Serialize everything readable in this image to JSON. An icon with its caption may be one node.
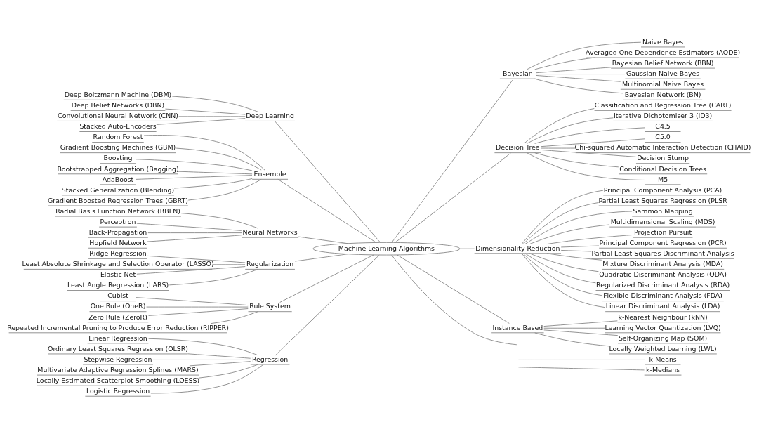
{
  "diagram": {
    "nodes": [
      {
        "text": [
          "Machine Learning Algorithms"
        ]
      },
      {
        "text": [
          "Deep Learning"
        ]
      },
      {
        "text": [
          "Deep Boltzmann Machine (DBM)"
        ]
      },
      {
        "text": [
          "Deep Belief Networks (DBN)"
        ]
      },
      {
        "text": [
          "Convolutional Neural Network (CNN)"
        ]
      },
      {
        "text": [
          "Stacked Auto-Encoders"
        ]
      },
      {
        "text": [
          "Ensemble"
        ]
      },
      {
        "text": [
          "Random Forest"
        ]
      },
      {
        "text": [
          "Gradient Boosting Machines (GBM)"
        ]
      },
      {
        "text": [
          "Boosting"
        ]
      },
      {
        "text": [
          "Bootstrapped Aggregation (Bagging)"
        ]
      },
      {
        "text": [
          "AdaBoost"
        ]
      },
      {
        "text": [
          "Stacked Generalization (Blending)"
        ]
      },
      {
        "text": [
          "Gradient Boosted Regression Trees (GBRT)"
        ]
      },
      {
        "text": [
          "Neural Networks"
        ]
      },
      {
        "text": [
          "Radial Basis Function Network (RBFN)"
        ]
      },
      {
        "text": [
          "Perceptron"
        ]
      },
      {
        "text": [
          "Back-Propagation"
        ]
      },
      {
        "text": [
          "Hopfield Network"
        ]
      },
      {
        "text": [
          "Regularization"
        ]
      },
      {
        "text": [
          "Ridge Regression"
        ]
      },
      {
        "text": [
          "Least Absolute Shrinkage and Selection Operator (LASSO)"
        ]
      },
      {
        "text": [
          "Elastic Net"
        ]
      },
      {
        "text": [
          "Least Angle Regression (LARS)"
        ]
      },
      {
        "text": [
          "Rule System"
        ]
      },
      {
        "text": [
          "Cubist"
        ]
      },
      {
        "text": [
          "One Rule (OneR)"
        ]
      },
      {
        "text": [
          "Zero Rule (ZeroR)"
        ]
      },
      {
        "text": [
          "Repeated Incremental Pruning to Produce Error Reduction (RIPPER)"
        ]
      },
      {
        "text": [
          "Regression"
        ]
      },
      {
        "text": [
          "Linear Regression"
        ]
      },
      {
        "text": [
          "Ordinary Least Squares Regression (OLSR)"
        ]
      },
      {
        "text": [
          "Stepwise Regression"
        ]
      },
      {
        "text": [
          "Multivariate Adaptive Regression Splines (MARS)"
        ]
      },
      {
        "text": [
          "Locally Estimated Scatterplot Smoothing (LOESS)"
        ]
      },
      {
        "text": [
          "Logistic Regression"
        ]
      },
      {
        "text": [
          "Bayesian"
        ]
      },
      {
        "text": [
          "Naive Bayes"
        ]
      },
      {
        "text": [
          "Averaged One-Dependence Estimators (AODE)"
        ]
      },
      {
        "text": [
          "Bayesian Belief Network (BBN)"
        ]
      },
      {
        "text": [
          "Gaussian Naive Bayes"
        ]
      },
      {
        "text": [
          "Multinomial Naive Bayes"
        ]
      },
      {
        "text": [
          "Bayesian Network (BN)"
        ]
      },
      {
        "text": [
          "Decision Tree"
        ]
      },
      {
        "text": [
          "Classification and Regression Tree (CART)"
        ]
      },
      {
        "text": [
          "Iterative Dichotomiser 3 (ID3)"
        ]
      },
      {
        "text": [
          "C4.5"
        ]
      },
      {
        "text": [
          "C5.0"
        ]
      },
      {
        "text": [
          "Chi-squared Automatic Interaction Detection (CHAID)"
        ]
      },
      {
        "text": [
          "Decision Stump"
        ]
      },
      {
        "text": [
          "Conditional Decision Trees"
        ]
      },
      {
        "text": [
          "M5"
        ]
      },
      {
        "text": [
          "Dimensionality Reduction"
        ]
      },
      {
        "text": [
          "Principal Component Analysis (PCA)"
        ]
      },
      {
        "text": [
          "Partial Least Squares Regression (PLSR"
        ]
      },
      {
        "text": [
          "Sammon Mapping"
        ]
      },
      {
        "text": [
          "Multidimensional Scaling (MDS)"
        ]
      },
      {
        "text": [
          "Projection Pursuit"
        ]
      },
      {
        "text": [
          "Principal Component Regression (PCR)"
        ]
      },
      {
        "text": [
          "Partial Least Squares Discriminant Analysis"
        ]
      },
      {
        "text": [
          "Mixture Discriminant Analysis (MDA)"
        ]
      },
      {
        "text": [
          "Quadratic Discriminant Analysis (QDA)"
        ]
      },
      {
        "text": [
          "Regularized Discriminant Analysis (RDA)"
        ]
      },
      {
        "text": [
          "Flexible Discriminant Analysis (FDA)"
        ]
      },
      {
        "text": [
          "Linear Discriminant Analysis (LDA)"
        ]
      },
      {
        "text": [
          "Instance Based"
        ]
      },
      {
        "text": [
          "k-Nearest Neighbour (kNN)"
        ]
      },
      {
        "text": [
          "Learning Vector Quantization (LVQ)"
        ]
      },
      {
        "text": [
          "Self-Organizing Map (SOM)"
        ]
      },
      {
        "text": [
          "Locally Weighted Learning (LWL)"
        ]
      },
      {
        "text": [
          "k-Means"
        ]
      },
      {
        "text": [
          "k-Medians"
        ]
      }
    ],
    "edges": [
      {
        "from": 2,
        "to": 1,
        "arrow": "none"
      },
      {
        "from": 3,
        "to": 1,
        "arrow": "none"
      },
      {
        "from": 4,
        "to": 1,
        "arrow": "none"
      },
      {
        "from": 5,
        "to": 1,
        "arrow": "none"
      },
      {
        "from": 1,
        "to": 0,
        "arrow": "none"
      },
      {
        "from": 7,
        "to": 6,
        "arrow": "none"
      },
      {
        "from": 8,
        "to": 6,
        "arrow": "none"
      },
      {
        "from": 9,
        "to": 6,
        "arrow": "none"
      },
      {
        "from": 10,
        "to": 6,
        "arrow": "none"
      },
      {
        "from": 11,
        "to": 6,
        "arrow": "none"
      },
      {
        "from": 12,
        "to": 6,
        "arrow": "none"
      },
      {
        "from": 13,
        "to": 6,
        "arrow": "none"
      },
      {
        "from": 6,
        "to": 0,
        "arrow": "none"
      },
      {
        "from": 15,
        "to": 14,
        "arrow": "none"
      },
      {
        "from": 16,
        "to": 14,
        "arrow": "none"
      },
      {
        "from": 17,
        "to": 14,
        "arrow": "none"
      },
      {
        "from": 18,
        "to": 14,
        "arrow": "none"
      },
      {
        "from": 14,
        "to": 0,
        "arrow": "none"
      },
      {
        "from": 20,
        "to": 19,
        "arrow": "none"
      },
      {
        "from": 21,
        "to": 19,
        "arrow": "none"
      },
      {
        "from": 22,
        "to": 19,
        "arrow": "none"
      },
      {
        "from": 23,
        "to": 19,
        "arrow": "none"
      },
      {
        "from": 19,
        "to": 0,
        "arrow": "none"
      },
      {
        "from": 25,
        "to": 24,
        "arrow": "none"
      },
      {
        "from": 26,
        "to": 24,
        "arrow": "none"
      },
      {
        "from": 27,
        "to": 24,
        "arrow": "none"
      },
      {
        "from": 28,
        "to": 24,
        "arrow": "none"
      },
      {
        "from": 24,
        "to": 0,
        "arrow": "none"
      },
      {
        "from": 30,
        "to": 29,
        "arrow": "none"
      },
      {
        "from": 31,
        "to": 29,
        "arrow": "none"
      },
      {
        "from": 32,
        "to": 29,
        "arrow": "none"
      },
      {
        "from": 33,
        "to": 29,
        "arrow": "none"
      },
      {
        "from": 34,
        "to": 29,
        "arrow": "none"
      },
      {
        "from": 35,
        "to": 29,
        "arrow": "none"
      },
      {
        "from": 29,
        "to": 0,
        "arrow": "none"
      },
      {
        "from": 0,
        "to": 36,
        "arrow": "none"
      },
      {
        "from": 36,
        "to": 37,
        "arrow": "none"
      },
      {
        "from": 36,
        "to": 38,
        "arrow": "none"
      },
      {
        "from": 36,
        "to": 39,
        "arrow": "none"
      },
      {
        "from": 36,
        "to": 40,
        "arrow": "none"
      },
      {
        "from": 36,
        "to": 41,
        "arrow": "none"
      },
      {
        "from": 36,
        "to": 42,
        "arrow": "none"
      },
      {
        "from": 0,
        "to": 43,
        "arrow": "none"
      },
      {
        "from": 43,
        "to": 44,
        "arrow": "none"
      },
      {
        "from": 43,
        "to": 45,
        "arrow": "none"
      },
      {
        "from": 43,
        "to": 46,
        "arrow": "none"
      },
      {
        "from": 43,
        "to": 47,
        "arrow": "none"
      },
      {
        "from": 43,
        "to": 48,
        "arrow": "none"
      },
      {
        "from": 43,
        "to": 49,
        "arrow": "none"
      },
      {
        "from": 43,
        "to": 50,
        "arrow": "none"
      },
      {
        "from": 43,
        "to": 51,
        "arrow": "none"
      },
      {
        "from": 0,
        "to": 52,
        "arrow": "none"
      },
      {
        "from": 52,
        "to": 53,
        "arrow": "none"
      },
      {
        "from": 52,
        "to": 54,
        "arrow": "none"
      },
      {
        "from": 52,
        "to": 55,
        "arrow": "none"
      },
      {
        "from": 52,
        "to": 56,
        "arrow": "none"
      },
      {
        "from": 52,
        "to": 57,
        "arrow": "none"
      },
      {
        "from": 52,
        "to": 58,
        "arrow": "none"
      },
      {
        "from": 52,
        "to": 59,
        "arrow": "none"
      },
      {
        "from": 52,
        "to": 60,
        "arrow": "none"
      },
      {
        "from": 52,
        "to": 61,
        "arrow": "none"
      },
      {
        "from": 52,
        "to": 62,
        "arrow": "none"
      },
      {
        "from": 52,
        "to": 63,
        "arrow": "none"
      },
      {
        "from": 52,
        "to": 64,
        "arrow": "none"
      },
      {
        "from": 0,
        "to": 65,
        "arrow": "none"
      },
      {
        "from": 65,
        "to": 66,
        "arrow": "none"
      },
      {
        "from": 65,
        "to": 67,
        "arrow": "none"
      },
      {
        "from": 65,
        "to": 68,
        "arrow": "none"
      },
      {
        "from": 65,
        "to": 69,
        "arrow": "none"
      },
      {
        "from": 0,
        "to": null,
        "arrow": "none"
      },
      {
        "from": null,
        "to": 70,
        "arrow": "none"
      },
      {
        "from": null,
        "to": 71,
        "arrow": "none"
      }
    ]
  }
}
